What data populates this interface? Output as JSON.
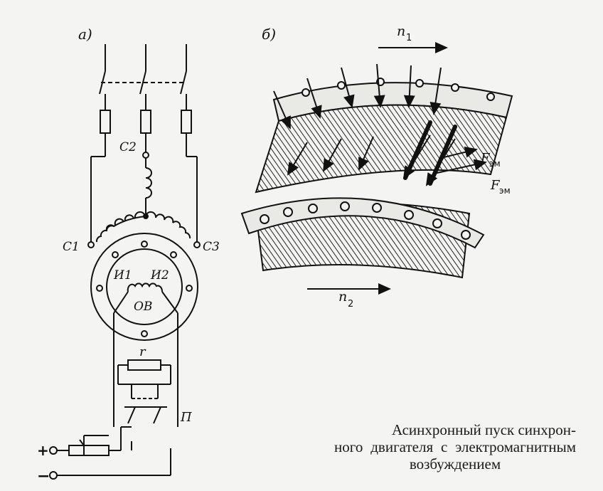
{
  "figure": {
    "panel_a_label": "а)",
    "panel_b_label": "б)",
    "terminals": {
      "c1": "С1",
      "c2": "С2",
      "c3": "С3"
    },
    "field_terminals": {
      "i1": "И1",
      "i2": "И2"
    },
    "field_winding": "ОВ",
    "resistor": "r",
    "switch": "П",
    "supply_plus": "+",
    "supply_minus": "−",
    "rotor_speed": {
      "symbol": "n",
      "sub": "1"
    },
    "stator_speed": {
      "symbol": "n",
      "sub": "2"
    },
    "force": {
      "symbol": "F",
      "sub": "эм"
    }
  },
  "caption": {
    "line1": "Асинхронный пуск синхрон-",
    "line2": "ного двигателя с электромагнитным",
    "line3": "возбуждением"
  }
}
